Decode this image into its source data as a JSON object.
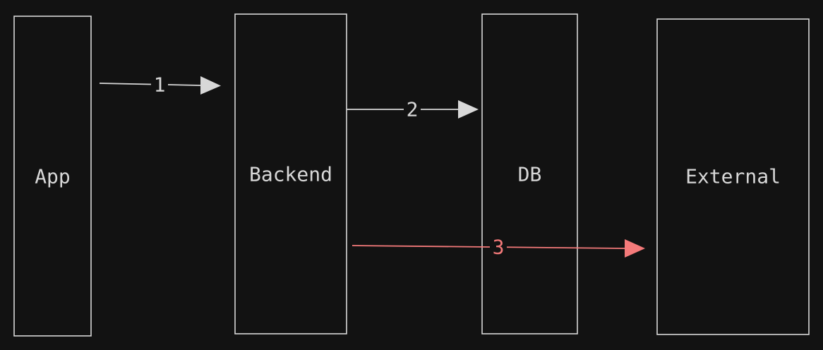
{
  "colors": {
    "background": "#121212",
    "node_stroke": "#d8d8d8",
    "node_text": "#d8d8d8",
    "edge_default": "#d8d8d8",
    "edge_highlight": "#f47a7a"
  },
  "nodes": [
    {
      "id": "app",
      "label": "App"
    },
    {
      "id": "backend",
      "label": "Backend"
    },
    {
      "id": "db",
      "label": "DB"
    },
    {
      "id": "external",
      "label": "External"
    }
  ],
  "edges": [
    {
      "id": "edge-1",
      "from": "app",
      "to": "backend",
      "label": "1",
      "highlight": false
    },
    {
      "id": "edge-2",
      "from": "backend",
      "to": "db",
      "label": "2",
      "highlight": false
    },
    {
      "id": "edge-3",
      "from": "backend",
      "to": "external",
      "label": "3",
      "highlight": true
    }
  ]
}
